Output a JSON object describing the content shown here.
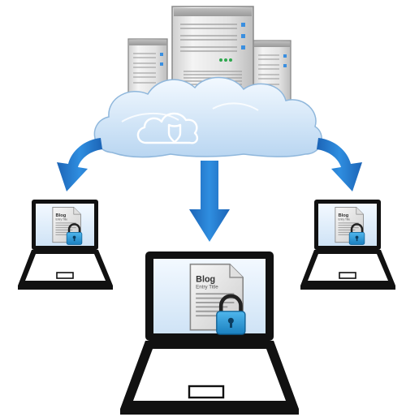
{
  "diagram": {
    "icons": {
      "server": "server-icon",
      "cloud": "cloud-icon",
      "shield": "shield-icon",
      "arrow": "arrow-down-icon",
      "laptop": "laptop-icon",
      "document": "document-icon",
      "lock": "padlock-icon"
    },
    "colors": {
      "arrow": "#1e6fc2",
      "cloud": "#dcebf8",
      "screen": "#e4f1fc",
      "lock": "#2a9bd8",
      "laptop_frame": "#111111",
      "server_body": "#e6e6e6"
    },
    "laptops": [
      {
        "doc_title": "Blog",
        "doc_subtitle": "Entry Title"
      },
      {
        "doc_title": "Blog",
        "doc_subtitle": "Entry Title"
      },
      {
        "doc_title": "Blog",
        "doc_subtitle": "Entry Title"
      }
    ]
  }
}
